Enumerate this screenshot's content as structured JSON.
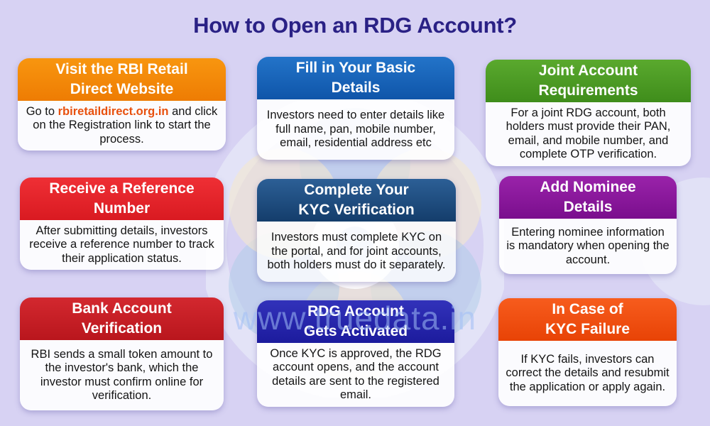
{
  "title": "How to Open an RDG Account?",
  "watermark_text": "www.truedata.in",
  "colors": {
    "title": "#2a2185",
    "link": "#e8500e",
    "background": "#d7d2f3"
  },
  "cards": [
    {
      "name": "visit-rbi-website",
      "title_line1": "Visit the RBI Retail",
      "title_line2": "Direct Website",
      "body_prefix": "Go to ",
      "link_text": "rbiretaildirect.org.in",
      "body_suffix": " and click on the Registration link to start the process.",
      "header_color": {
        "top": "#f8960f",
        "bottom": "#ee7c03"
      }
    },
    {
      "name": "fill-basic-details",
      "title_line1": "Fill in Your Basic",
      "title_line2": "Details",
      "body": "Investors need to enter details like full name, pan, mobile number, email, residential address etc",
      "header_color": {
        "top": "#2374c9",
        "bottom": "#0f55a9"
      }
    },
    {
      "name": "joint-account-requirements",
      "title_line1": "Joint Account",
      "title_line2": "Requirements",
      "body": "For a joint RDG account, both holders must provide their PAN, email, and mobile number, and complete OTP verification.",
      "header_color": {
        "top": "#5aa92e",
        "bottom": "#3f8d1b"
      }
    },
    {
      "name": "receive-reference-number",
      "title_line1": "Receive a Reference",
      "title_line2": "Number",
      "body": "After submitting details, investors receive a reference number to track their application status.",
      "header_color": {
        "top": "#ef2f35",
        "bottom": "#d91a21"
      }
    },
    {
      "name": "complete-kyc-verification",
      "title_line1": "Complete Your",
      "title_line2": "KYC Verification",
      "body": "Investors must complete KYC on the portal, and for joint accounts, both holders must do it separately.",
      "header_color": {
        "top": "#2c5f96",
        "bottom": "#143d6b"
      }
    },
    {
      "name": "add-nominee-details",
      "title_line1": "Add Nominee",
      "title_line2": "Details",
      "body": "Entering nominee information is mandatory when opening the account.",
      "header_color": {
        "top": "#9a23aa",
        "bottom": "#7a0e8d"
      }
    },
    {
      "name": "bank-account-verification",
      "title_line1": "Bank Account",
      "title_line2": "Verification",
      "body": "RBI sends a small token amount to the investor's bank, which the investor must confirm online for verification.",
      "header_color": {
        "top": "#d3282f",
        "bottom": "#b9161d"
      }
    },
    {
      "name": "rdg-account-activated",
      "title_line1": "RDG Account",
      "title_line2": "Gets Activated",
      "body": "Once KYC is approved, the RDG account opens, and the account details are sent to the registered email.",
      "header_color": {
        "top": "#3232ba",
        "bottom": "#1c1b9d"
      }
    },
    {
      "name": "kyc-failure",
      "title_line1": "In Case of",
      "title_line2": "KYC Failure",
      "body": "If KYC fails, investors can correct the details and resubmit the application or apply again.",
      "header_color": {
        "top": "#f75c1d",
        "bottom": "#e84306"
      }
    }
  ]
}
